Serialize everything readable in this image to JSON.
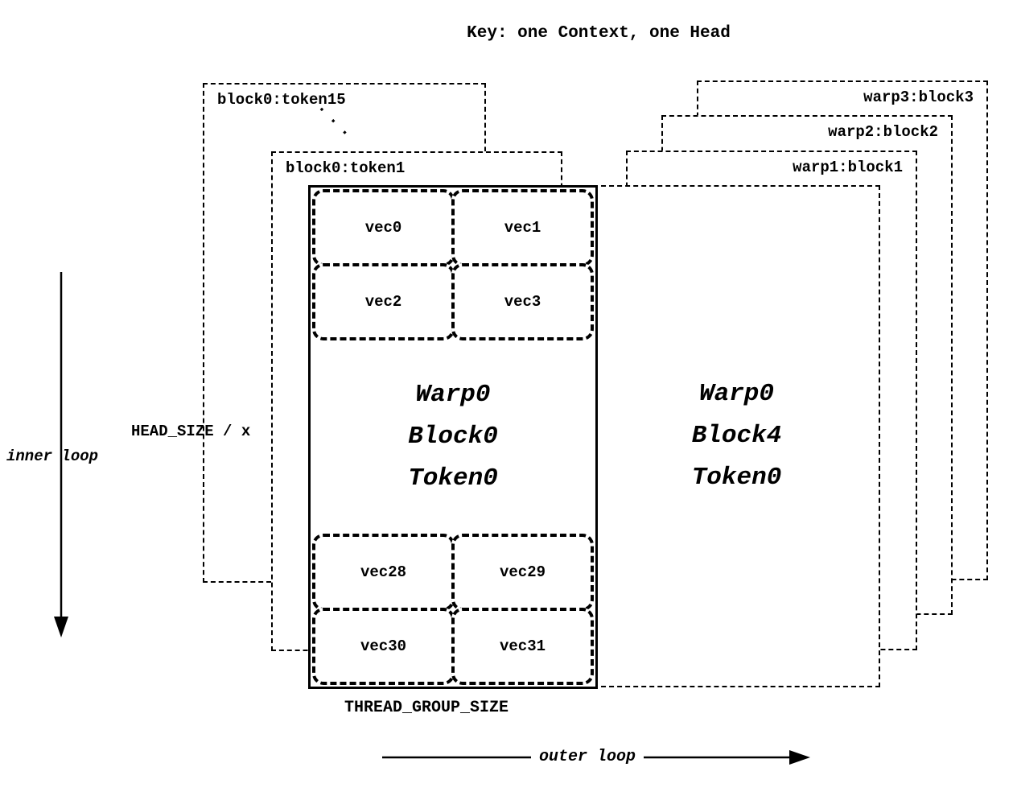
{
  "title": "Key: one Context, one Head",
  "left_stack": {
    "block0_token15_label": "block0:token15",
    "ellipsis": "...",
    "block0_token1_label": "block0:token1"
  },
  "right_stack": {
    "warp3_label": "warp3:block3",
    "warp2_label": "warp2:block2",
    "warp1_label": "warp1:block1"
  },
  "main_block": {
    "warp": "Warp0",
    "block": "Block0",
    "token": "Token0",
    "top_vecs": [
      "vec0",
      "vec1",
      "vec2",
      "vec3"
    ],
    "bottom_vecs": [
      "vec28",
      "vec29",
      "vec30",
      "vec31"
    ]
  },
  "block4": {
    "warp": "Warp0",
    "block": "Block4",
    "token": "Token0"
  },
  "annotations": {
    "head_size": "HEAD_SIZE / x",
    "inner_loop": "inner loop",
    "thread_group_size": "THREAD_GROUP_SIZE",
    "outer_loop": "outer loop"
  },
  "colors": {
    "ink": "#000000",
    "background": "#ffffff"
  }
}
